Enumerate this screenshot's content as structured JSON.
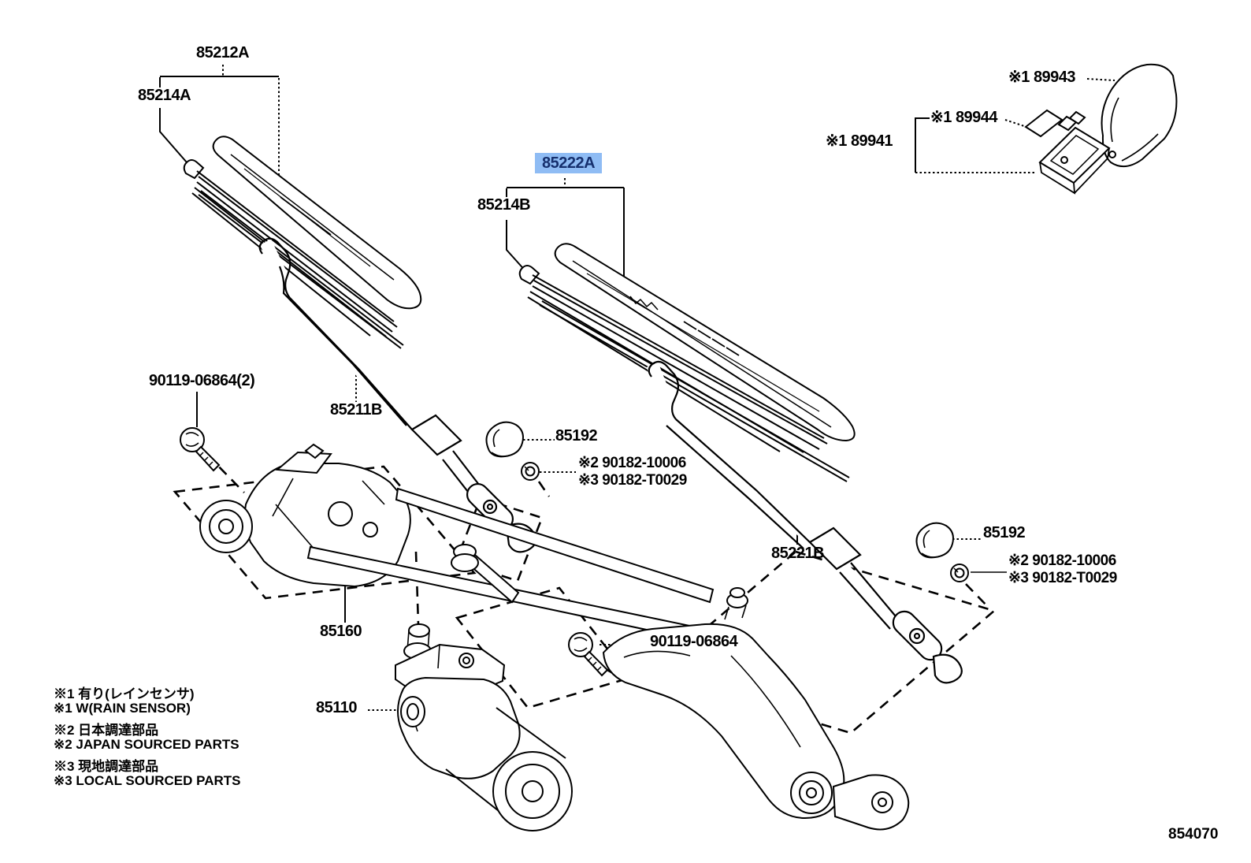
{
  "diagram_title": "Toyota windshield wiper exploded parts diagram",
  "style": {
    "background": "#FFFFFF",
    "line_color": "#000000",
    "highlight_bg": "#8FBCF4",
    "highlight_fg": "#16306E"
  },
  "labels": {
    "blade_left": "85212A",
    "insert_left": "85214A",
    "blade_right": "85222A",
    "insert_right": "85214B",
    "sensor_cover": "※1 89943",
    "sensor_sticker": "※1 89944",
    "sensor_unit": "※1 89941",
    "bolt_left": "90119-06864(2)",
    "arm_left": "85211B",
    "cap_left": "85192",
    "nut_left_a": "※2 90182-10006",
    "nut_left_b": "※3 90182-T0029",
    "link_assy": "85160",
    "motor": "85110",
    "bolt_right": "90119-06864",
    "arm_right": "85221B",
    "cap_right": "85192",
    "nut_right_a": "※2 90182-10006",
    "nut_right_b": "※3 90182-T0029",
    "figure_code": "854070"
  },
  "legend": {
    "line1": "※1 有り(レインセンサ)",
    "line2": "※1 W(RAIN SENSOR)",
    "line3": "※2 日本調達部品",
    "line4": "※2 JAPAN SOURCED PARTS",
    "line5": "※3 現地調達部品",
    "line6": "※3 LOCAL SOURCED PARTS"
  }
}
